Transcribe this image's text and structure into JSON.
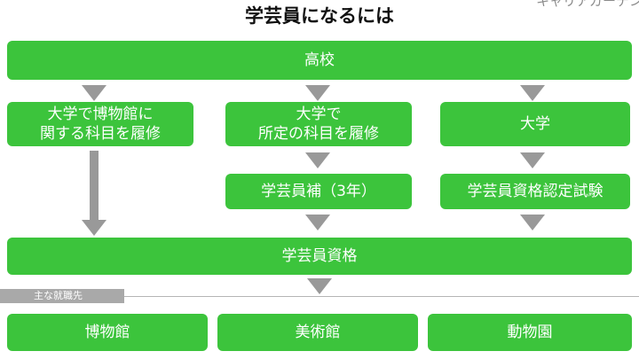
{
  "title": "学芸員になるには",
  "brand": {
    "text": "キャリアガーデン"
  },
  "nodes": {
    "high_school": "高校",
    "university_museum": "大学で博物館に\n関する科目を履修",
    "university_designated": "大学で\n所定の科目を履修",
    "university": "大学",
    "curator_assistant": "学芸員補（3年）",
    "qualification_exam": "学芸員資格認定試験",
    "curator_qualification": "学芸員資格"
  },
  "section_label": "主な就職先",
  "employers": [
    "博物館",
    "美術館",
    "動物園"
  ],
  "colors": {
    "box": "#3cc43c",
    "arrow": "#999999",
    "tag": "#a9a9a9"
  }
}
